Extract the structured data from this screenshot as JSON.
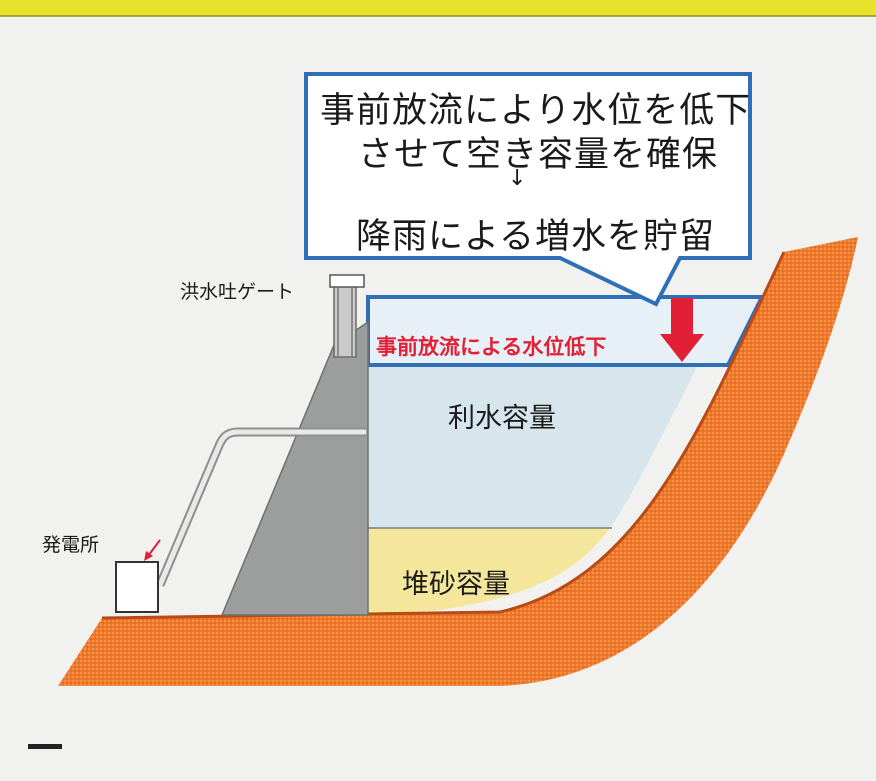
{
  "callout": {
    "line1": "事前放流により水位を低下",
    "line2": "させて空き容量を確保",
    "arrow": "↓",
    "line3": "降雨による増水を貯留"
  },
  "labels": {
    "gate": "洪水吐ゲート",
    "drawdown": "事前放流による水位低下",
    "water_capacity": "利水容量",
    "sediment_capacity": "堆砂容量",
    "power_plant": "発電所"
  },
  "colors": {
    "banner": "#e7e22c",
    "earth": "#f07a2c",
    "water": "#d6e6ec",
    "sediment": "#f4e79c",
    "dam": "#9c9e9d",
    "callout_border": "#2f6fb8",
    "drawdown_arrow": "#e21f36"
  }
}
